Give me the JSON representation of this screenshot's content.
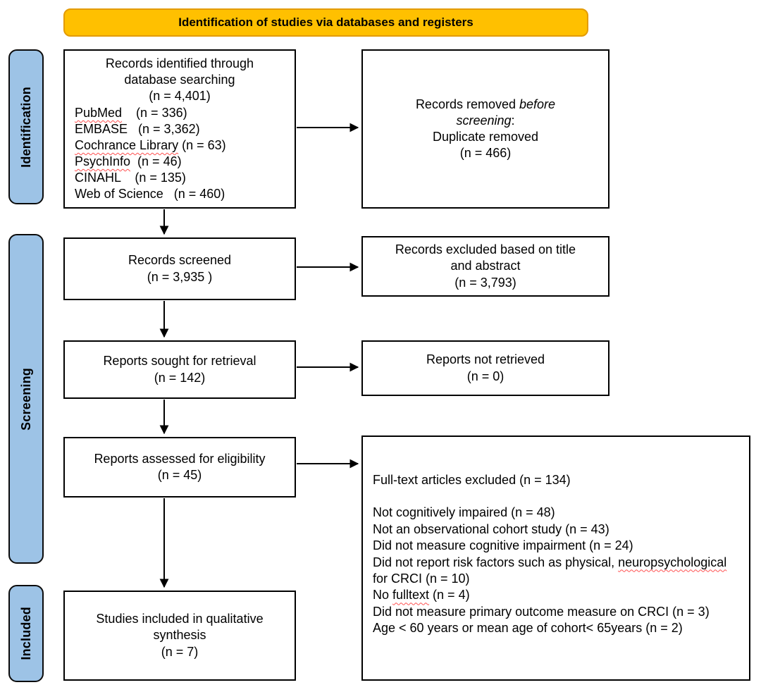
{
  "banner": {
    "label": "Identification of studies via databases and registers"
  },
  "sidebar": {
    "stages": [
      {
        "label": "Identification"
      },
      {
        "label": "Screening"
      },
      {
        "label": "Included"
      }
    ]
  },
  "colors": {
    "banner_fill": "#FFC000",
    "banner_border": "#E39B00",
    "stage_fill": "#9DC3E6",
    "stage_border": "#0B0B0B",
    "box_border": "#000000",
    "spellcheck_red": "#FF5050"
  },
  "flow": {
    "identified": {
      "title_lines": [
        "Records identified through",
        "database searching",
        "(n = 4,401)"
      ],
      "sources": [
        {
          "name": "PubMed",
          "count": "    (n = 336)",
          "misspelled": true
        },
        {
          "name": "EMBASE",
          "count": "   (n = 3,362)",
          "misspelled": false
        },
        {
          "name": "Cochrance Library",
          "count": " (n = 63)",
          "misspelled": true
        },
        {
          "name": "PsychInfo",
          "count": "  (n = 46)",
          "misspelled": true
        },
        {
          "name": "CINAHL",
          "count": "    (n = 135)",
          "misspelled": false
        },
        {
          "name": "Web of Science",
          "count": "   (n = 460)",
          "misspelled": false
        }
      ]
    },
    "removed": {
      "line1_text": "Records removed ",
      "line1_italic": "before",
      "line2_italic": "screening",
      "line2_text": ":",
      "line3": "Duplicate removed",
      "line4": "(n = 466)"
    },
    "screened": {
      "lines": [
        "Records screened",
        "(n = 3,935 )"
      ]
    },
    "excluded_title": {
      "lines": [
        "Records excluded based on title",
        "and abstract",
        "(n = 3,793)"
      ]
    },
    "sought": {
      "lines": [
        "Reports sought for retrieval",
        "(n = 142)"
      ]
    },
    "not_retrieved": {
      "lines": [
        "Reports not retrieved",
        "(n = 0)"
      ]
    },
    "assessed": {
      "lines": [
        "Reports assessed for eligibility",
        "(n = 45)"
      ]
    },
    "fulltext_excluded": {
      "heading": "Full-text articles excluded (n = 134)",
      "items": [
        {
          "pre": "Not cognitively impaired (n = 48)",
          "wavy": "",
          "post": ""
        },
        {
          "pre": "Not an observational cohort study (n = 43)",
          "wavy": "",
          "post": ""
        },
        {
          "pre": "Did not measure cognitive impairment (n = 24)",
          "wavy": "",
          "post": ""
        },
        {
          "pre": "Did not report risk factors such as physical, ",
          "wavy": "neuropsychological",
          "post": " for CRCI (n = 10)"
        },
        {
          "pre": "No ",
          "wavy": "fulltext",
          "post": " (n = 4)"
        },
        {
          "pre": "Did not measure primary outcome measure on CRCI (n = 3)",
          "wavy": "",
          "post": ""
        },
        {
          "pre": "Age < 60 years or mean age of cohort< 65years (n = 2)",
          "wavy": "",
          "post": ""
        }
      ]
    },
    "included_box": {
      "lines": [
        "Studies included in qualitative",
        "synthesis",
        "(n = 7)"
      ]
    }
  }
}
